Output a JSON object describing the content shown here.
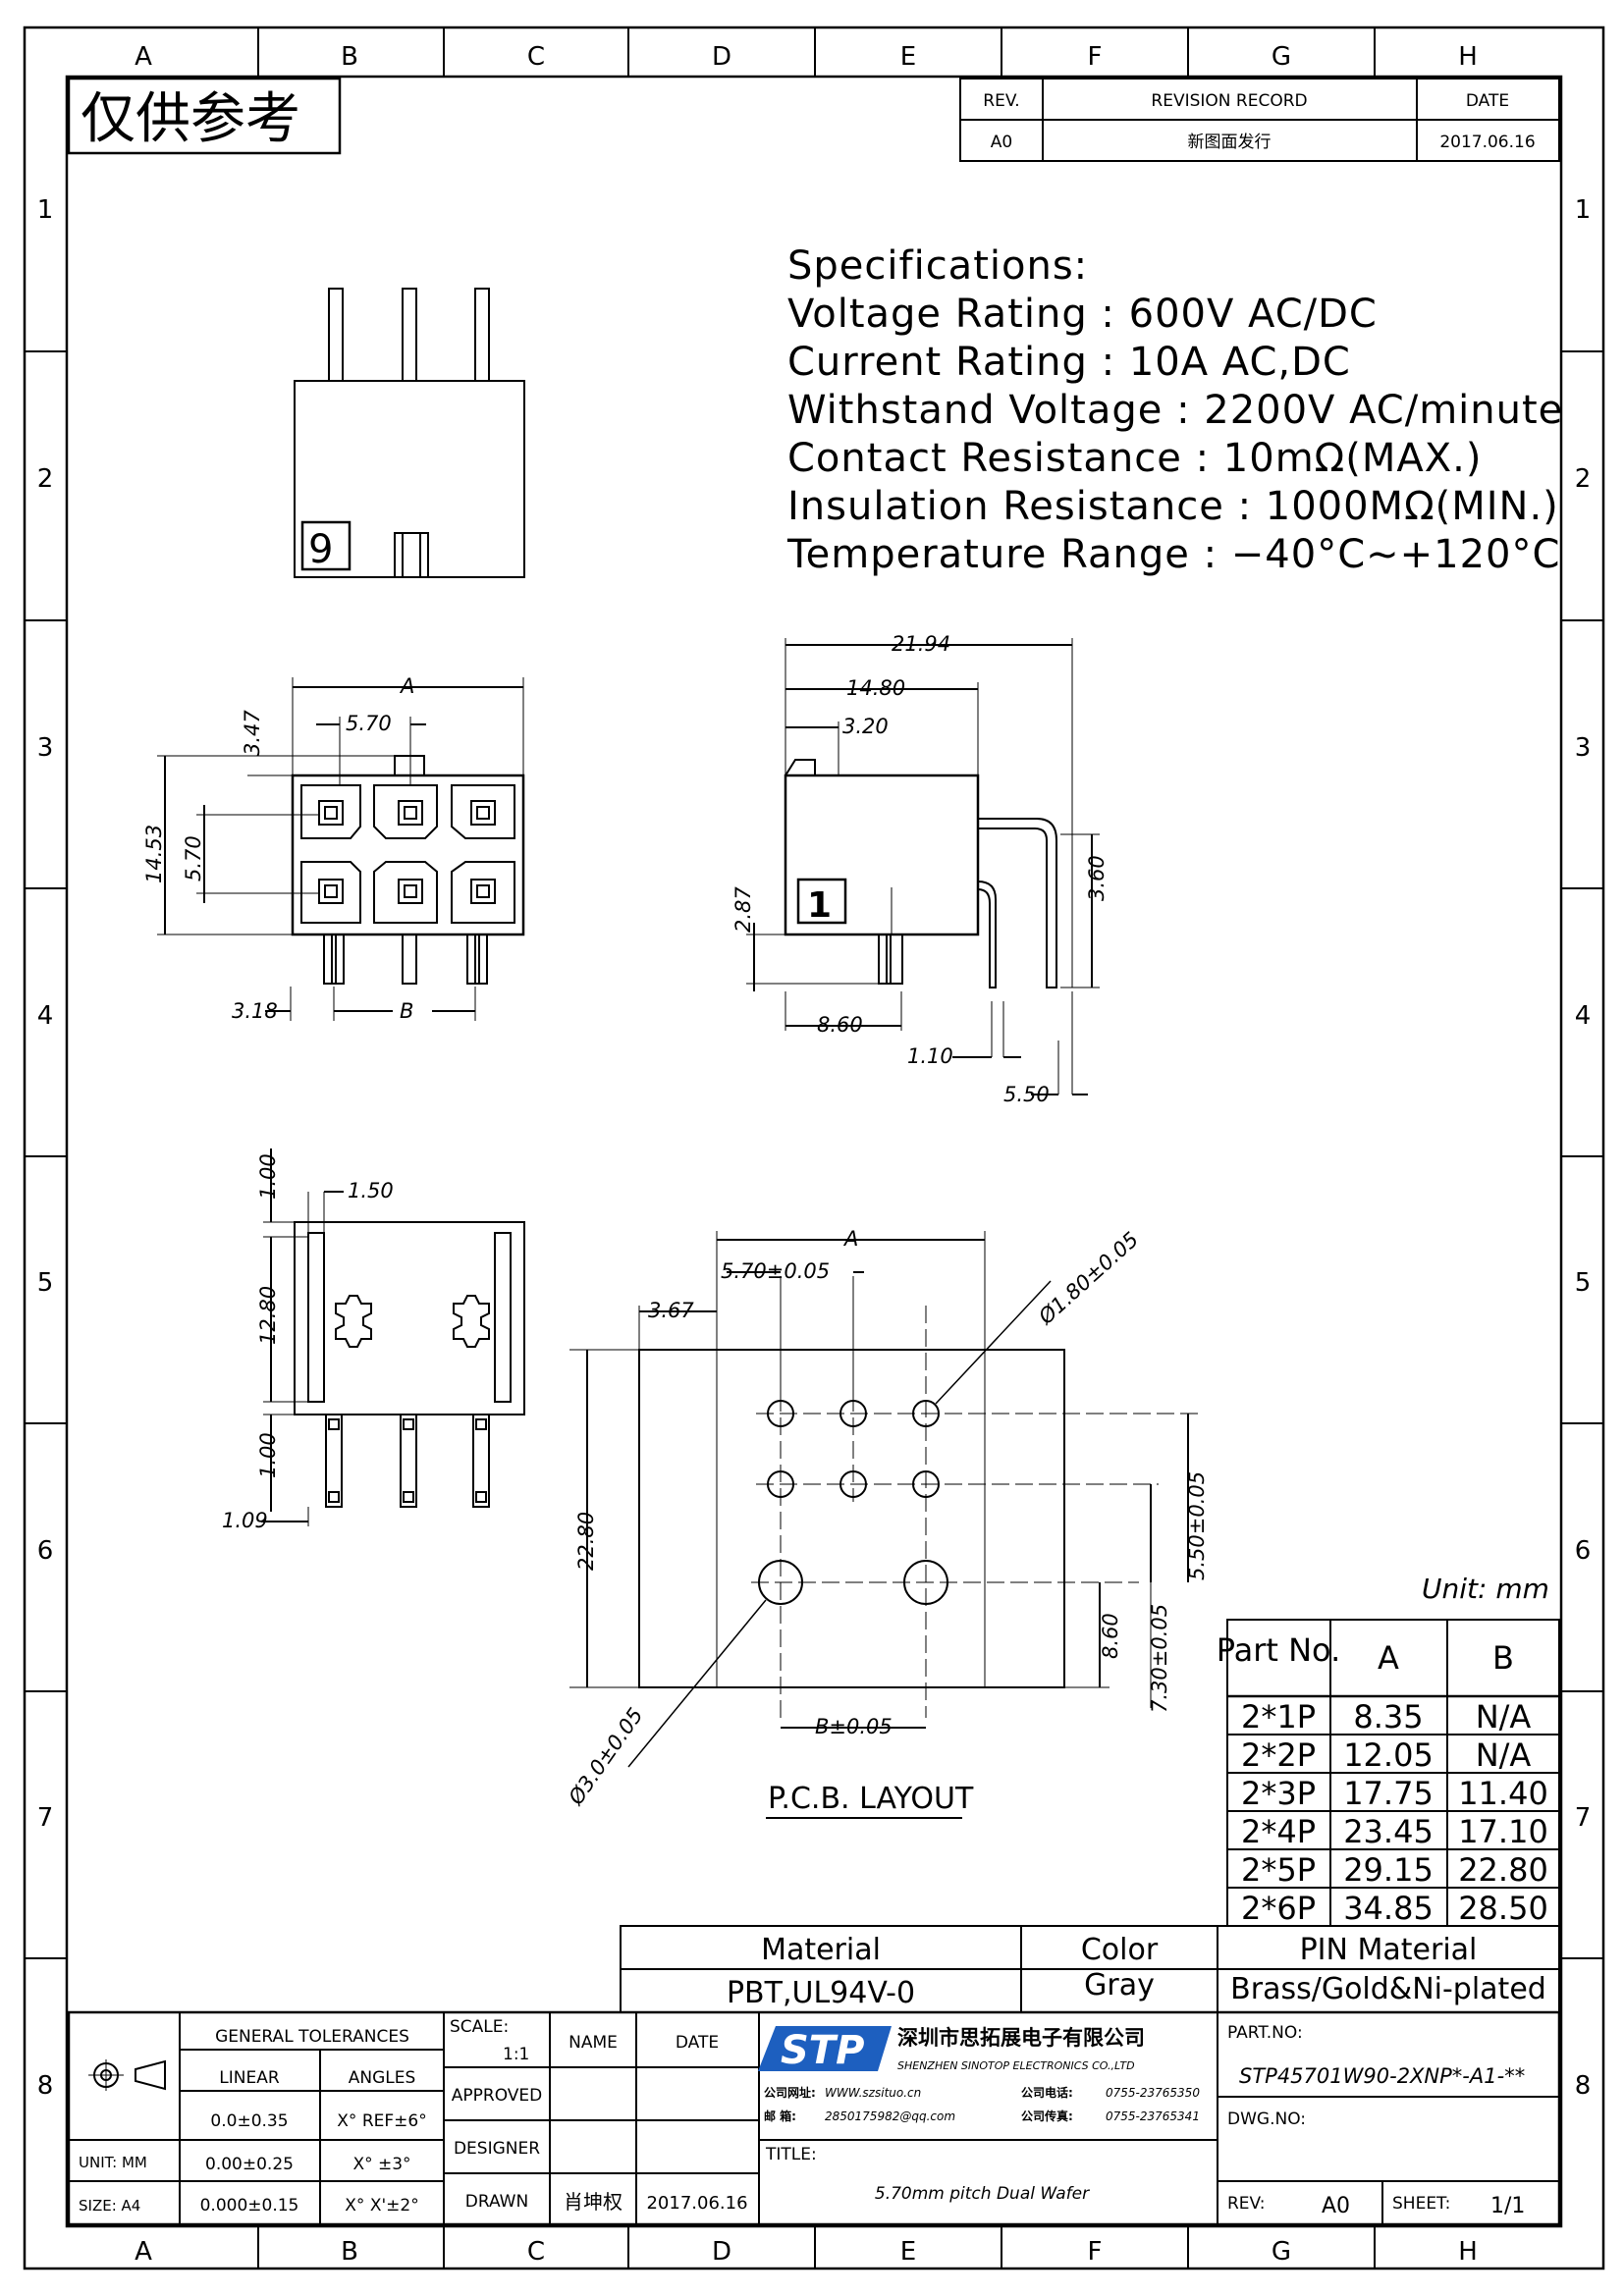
{
  "stamp": "仅供参考",
  "grid": {
    "columns": [
      "A",
      "B",
      "C",
      "D",
      "E",
      "F",
      "G",
      "H"
    ],
    "rows": [
      "1",
      "2",
      "3",
      "4",
      "5",
      "6",
      "7",
      "8"
    ]
  },
  "revision": {
    "headers": {
      "rev": "REV.",
      "record": "REVISION RECORD",
      "date": "DATE"
    },
    "row": {
      "rev": "A0",
      "record": "新图面发行",
      "date": "2017.06.16"
    }
  },
  "specifications": {
    "title": "Specifications:",
    "lines": [
      "Voltage  Rating  :  600V  AC/DC",
      "Current  Rating  :  10A  AC,DC",
      "Withstand  Voltage  :  2200V  AC/minute",
      "Contact  Resistance  :  10mΩ(MAX.)",
      "Insulation  Resistance  :  1000MΩ(MIN.)",
      "Temperature  Range  :  −40°C~+120°C"
    ]
  },
  "views": {
    "top": {
      "cavity_number": "9"
    },
    "side": {
      "cavity_number": "1",
      "dims": {
        "overall": "21.94",
        "body": "14.80",
        "latch": "3.20",
        "height": "2.87",
        "pin_drop": "3.60",
        "front": "8.60",
        "pin_width": "1.10",
        "tail": "5.50"
      }
    },
    "front": {
      "dims": {
        "width": "A",
        "pitch": "5.70",
        "latch": "3.47",
        "overall": "14.53",
        "row_pitch": "5.70",
        "edge": "3.18",
        "pin_span": "B"
      }
    },
    "bottom": {
      "dims": {
        "top": "1.00",
        "pin": "1.50",
        "body": "12.80",
        "bottom": "1.00",
        "tail": "1.09"
      }
    },
    "pcb": {
      "dims": {
        "width": "A",
        "pitch": "5.70±0.05",
        "edge": "3.67",
        "hole": "Ø1.80±0.05",
        "height": "22.80",
        "row_pitch": "5.50±0.05",
        "peg_offset": "8.60",
        "peg_row": "7.30±0.05",
        "peg": "Ø3.0±0.05",
        "peg_span": "B±0.05"
      },
      "label": "P.C.B.  LAYOUT"
    }
  },
  "unit_note": "Unit: mm",
  "part_table": {
    "headers": [
      "Part No.",
      "A",
      "B"
    ],
    "rows": [
      [
        "2*1P",
        "8.35",
        "N/A"
      ],
      [
        "2*2P",
        "12.05",
        "N/A"
      ],
      [
        "2*3P",
        "17.75",
        "11.40"
      ],
      [
        "2*4P",
        "23.45",
        "17.10"
      ],
      [
        "2*5P",
        "29.15",
        "22.80"
      ],
      [
        "2*6P",
        "34.85",
        "28.50"
      ]
    ]
  },
  "material_table": {
    "material_label": "Material",
    "material_value": "PBT,UL94V-0",
    "color_label": "Color",
    "color_value": "Gray",
    "pin_label": "PIN  Material",
    "pin_value": "Brass/Gold&Ni-plated"
  },
  "title_block": {
    "general_tolerances": "GENERAL  TOLERANCES",
    "linear": "LINEAR",
    "angles": "ANGLES",
    "tol_rows": [
      [
        "0.0±0.35",
        "X°  REF±6°"
      ],
      [
        "0.00±0.25",
        "X°  ±3°"
      ],
      [
        "0.000±0.15",
        "X°  X'±2°"
      ]
    ],
    "unit": "UNIT:  MM",
    "size": "SIZE:  A4",
    "scale_label": "SCALE:",
    "scale_value": "1:1",
    "name": "NAME",
    "date": "DATE",
    "approved": "APPROVED",
    "designer": "DESIGNER",
    "drawn": "DRAWN",
    "drawn_name": "肖坤权",
    "drawn_date": "2017.06.16",
    "logo": "STP",
    "company_cn": "深圳市思拓展电子有限公司",
    "company_en": "SHENZHEN  SINOTOP  ELECTRONICS  CO.,LTD",
    "site_label": "公司网址:",
    "site": "WWW.szsituo.cn",
    "phone_label": "公司电话:",
    "phone": "0755-23765350",
    "mail_label": "邮    箱:",
    "mail": "2850175982@qq.com",
    "fax_label": "公司传真:",
    "fax": "0755-23765341",
    "title_label": "TITLE:",
    "title_value": "5.70mm  pitch  Dual  Wafer",
    "part_no_label": "PART.NO:",
    "part_no": "STP45701W90-2XNP*-A1-**",
    "dwg_no_label": "DWG.NO:",
    "rev_label": "REV:",
    "rev_value": "A0",
    "sheet_label": "SHEET:",
    "sheet_value": "1/1"
  }
}
